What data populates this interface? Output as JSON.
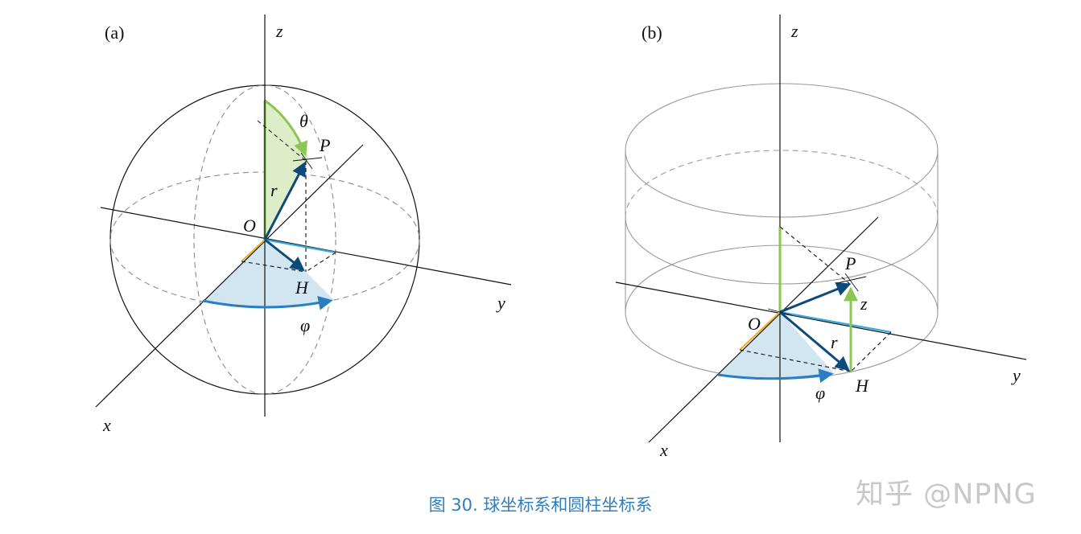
{
  "panels": [
    {
      "id": "a",
      "tag": "(a)",
      "labels": {
        "z": "z",
        "x": "x",
        "y": "y",
        "origin": "O",
        "point": "P",
        "projection": "H",
        "radius": "r",
        "polar": "θ",
        "azimuth": "φ"
      }
    },
    {
      "id": "b",
      "tag": "(b)",
      "labels": {
        "z": "z",
        "x": "x",
        "y": "y",
        "origin": "O",
        "point": "P",
        "projection": "H",
        "radius": "r",
        "height": "z",
        "azimuth": "φ"
      }
    }
  ],
  "caption": "图 30. 球坐标系和圆柱坐标系",
  "watermark": "知乎 @NPNG",
  "colors": {
    "axis": "#111111",
    "dashed": "#8a8a8a",
    "vector": "#0d4a7c",
    "polar_green": "#8cc652",
    "polar_fill": "#dcedc8",
    "azimuth_blue": "#2a7fc4",
    "azimuth_fill": "#d2e6f2",
    "y_projection": "#38a9e0",
    "x_projection": "#f0b429",
    "caption": "#2f7fc1"
  }
}
